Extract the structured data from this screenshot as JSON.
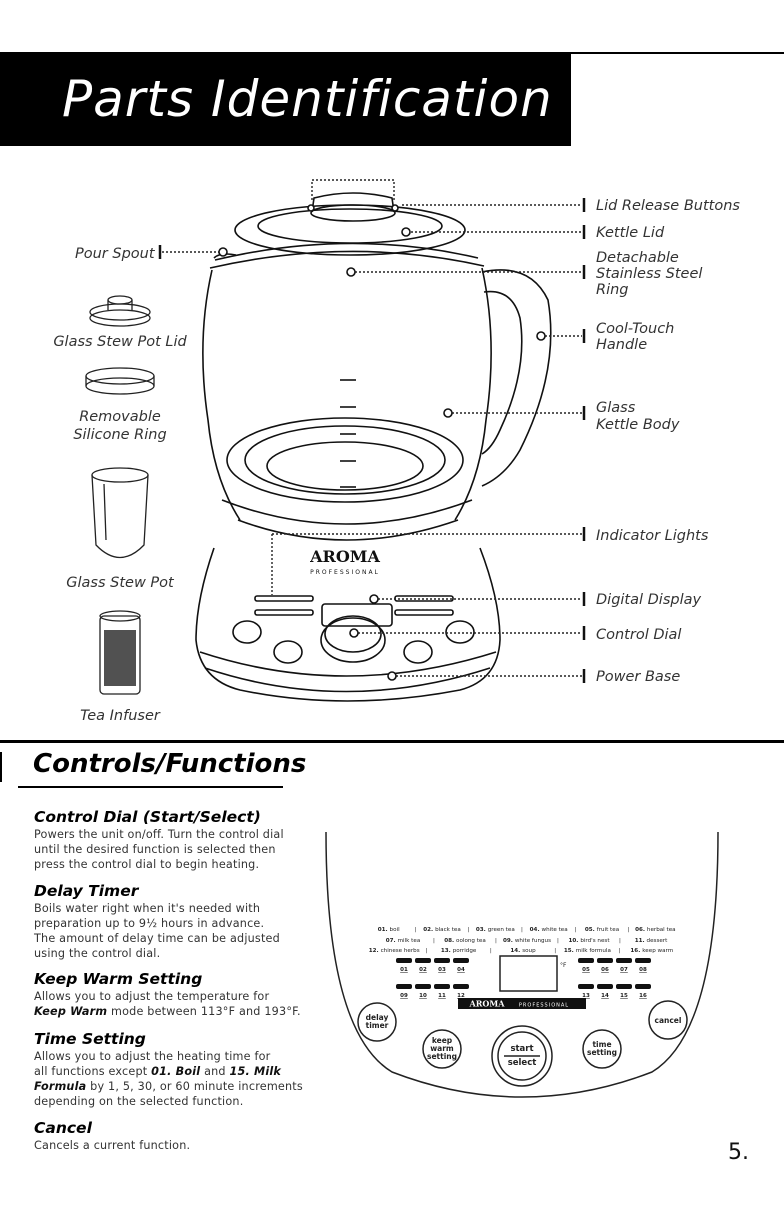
{
  "header": {
    "title": "Parts Identification"
  },
  "parts": {
    "left": [
      {
        "label": "Pour Spout"
      },
      {
        "label": "Glass Stew Pot Lid"
      },
      {
        "label": "Removable Silicone Ring",
        "lines": [
          "Removable",
          "Silicone Ring"
        ]
      },
      {
        "label": "Glass Stew Pot"
      },
      {
        "label": "Tea Infuser"
      }
    ],
    "right": [
      {
        "label": "Lid Release Buttons"
      },
      {
        "label": "Kettle Lid"
      },
      {
        "label": "Detachable Stainless Steel Ring",
        "lines": [
          "Detachable",
          "Stainless Steel",
          "Ring"
        ]
      },
      {
        "label": "Cool-Touch Handle",
        "lines": [
          "Cool-Touch",
          "Handle"
        ]
      },
      {
        "label": "Glass Kettle Body",
        "lines": [
          "Glass",
          "Kettle Body"
        ]
      },
      {
        "label": "Indicator Lights"
      },
      {
        "label": "Digital Display"
      },
      {
        "label": "Control Dial"
      },
      {
        "label": "Power Base"
      }
    ],
    "brand": "AROMA",
    "brand_sub": "PROFESSIONAL"
  },
  "controls": {
    "title": "Controls/Functions",
    "sections": [
      {
        "heading": "Control Dial (Start/Select)",
        "lines": [
          "Powers the unit on/off. Turn the control dial",
          "until the desired function is selected then",
          "press the control dial to begin heating."
        ]
      },
      {
        "heading": "Delay Timer",
        "lines": [
          "Boils water right when it's needed with",
          "preparation up to 9½ hours in advance.",
          "The amount of delay time can be adjusted",
          "using the control dial."
        ]
      },
      {
        "heading": "Keep Warm Setting",
        "line1": "Allows you to adjust the temperature for",
        "bold": "Keep Warm",
        "rest": " mode between 113°F and 193°F."
      },
      {
        "heading": "Time Setting",
        "line1": "Allows you to adjust the heating time for",
        "line2_pre": "all functions except ",
        "bold1": "01. Boil",
        "mid": " and ",
        "bold2": "15. Milk",
        "bold3": "Formula",
        "rest": " by 1, 5, 30, or 60 minute increments",
        "line4": "depending on the selected function."
      },
      {
        "heading": "Cancel",
        "lines": [
          "Cancels a current function."
        ]
      }
    ]
  },
  "panel": {
    "row1": [
      {
        "num": "01.",
        "name": "boil"
      },
      {
        "num": "02.",
        "name": "black tea"
      },
      {
        "num": "03.",
        "name": "green tea"
      },
      {
        "num": "04.",
        "name": "white tea"
      },
      {
        "num": "05.",
        "name": "fruit tea"
      },
      {
        "num": "06.",
        "name": "herbal tea"
      }
    ],
    "row2": [
      {
        "num": "07.",
        "name": "milk tea"
      },
      {
        "num": "08.",
        "name": "oolong tea"
      },
      {
        "num": "09.",
        "name": "white fungus"
      },
      {
        "num": "10.",
        "name": "bird's nest"
      },
      {
        "num": "11.",
        "name": "dessert"
      }
    ],
    "row3": [
      {
        "num": "12.",
        "name": "chinese herbs"
      },
      {
        "num": "13.",
        "name": "porridge"
      },
      {
        "num": "14.",
        "name": "soup"
      },
      {
        "num": "15.",
        "name": "milk formula"
      },
      {
        "num": "16.",
        "name": "keep warm"
      }
    ],
    "left_top": [
      "01",
      "02",
      "03",
      "04"
    ],
    "right_top": [
      "05",
      "06",
      "07",
      "08"
    ],
    "left_bottom": [
      "09",
      "10",
      "11",
      "12"
    ],
    "right_bottom": [
      "13",
      "14",
      "15",
      "16"
    ],
    "unit": "°F",
    "brand": "AROMA",
    "brand_sub": "PROFESSIONAL",
    "buttons": {
      "delay": [
        "delay",
        "timer"
      ],
      "keep_warm": [
        "keep",
        "warm",
        "setting"
      ],
      "start": "start",
      "select": "select",
      "time": [
        "time",
        "setting"
      ],
      "cancel": "cancel"
    }
  },
  "page": {
    "number": "5."
  }
}
